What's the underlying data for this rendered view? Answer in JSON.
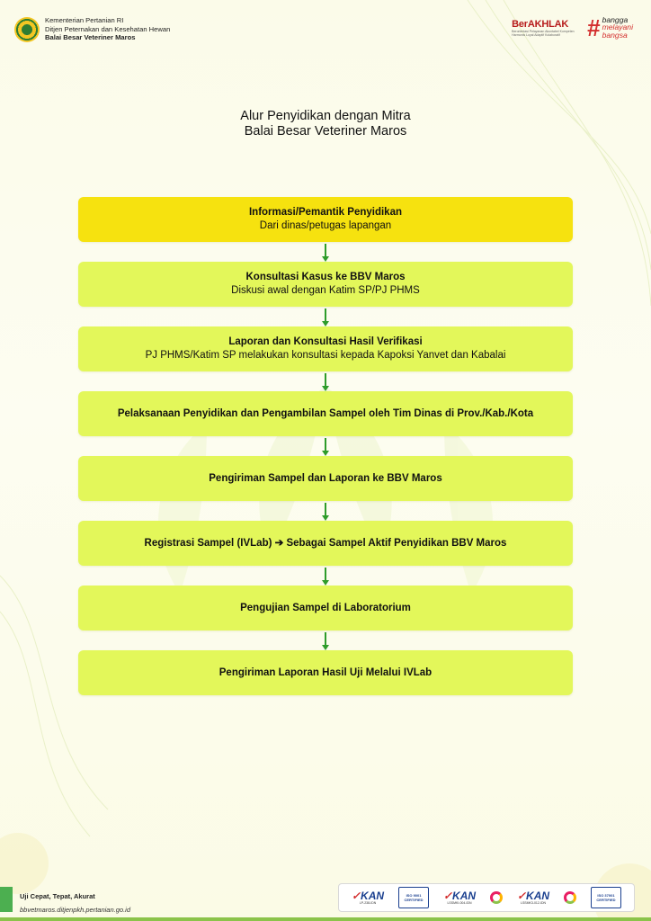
{
  "header": {
    "org_line1": "Kementerian Pertanian RI",
    "org_line2": "Ditjen Peternakan dan Kesehatan Hewan",
    "org_line3": "Balai Besar Veteriner Maros",
    "berakhlak": "BerAKHLAK",
    "berakhlak_tagline": "Berorientasi Pelayanan Akuntabel Kompeten Harmonis Loyal Adaptif Kolaboratif",
    "bangga_1": "bangga",
    "bangga_2": "melayani",
    "bangga_3": "bangsa"
  },
  "title": {
    "line1": "Alur Penyidikan dengan Mitra",
    "line2": "Balai Besar Veteriner Maros"
  },
  "flow": {
    "steps": [
      {
        "title": "Informasi/Pemantik Penyidikan",
        "sub": "Dari dinas/petugas lapangan"
      },
      {
        "title": "Konsultasi Kasus ke BBV Maros",
        "sub": "Diskusi awal dengan Katim SP/PJ PHMS"
      },
      {
        "title": "Laporan dan Konsultasi Hasil Verifikasi",
        "sub": "PJ PHMS/Katim SP melakukan konsultasi kepada Kapoksi Yanvet dan Kabalai"
      },
      {
        "title": "Pelaksanaan Penyidikan dan Pengambilan Sampel oleh Tim Dinas di Prov./Kab./Kota",
        "sub": ""
      },
      {
        "title": "Pengiriman Sampel dan Laporan ke BBV Maros",
        "sub": ""
      },
      {
        "title": "Registrasi Sampel (IVLab) ➔ Sebagai Sampel Aktif Penyidikan BBV Maros",
        "sub": ""
      },
      {
        "title": "Pengujian Sampel di Laboratorium",
        "sub": ""
      },
      {
        "title": "Pengiriman Laporan Hasil Uji Melalui IVLab",
        "sub": ""
      }
    ],
    "colors": {
      "first": "#f6e20f",
      "rest": "#e3f75a",
      "arrow": "#2e9c2a"
    }
  },
  "footer": {
    "tagline": "Uji Cepat, Tepat, Akurat",
    "website": "bbvetmaros.ditjenpkh.pertanian.go.id",
    "kan_1": "LP-238-IDN",
    "kan_2": "LSSMKI-004-IDN",
    "kan_3": "LSSMK3-012-IDN",
    "iso_1": "ISO 9001",
    "iso_2": "ISO 37001",
    "certified": "CERTIFIED"
  }
}
